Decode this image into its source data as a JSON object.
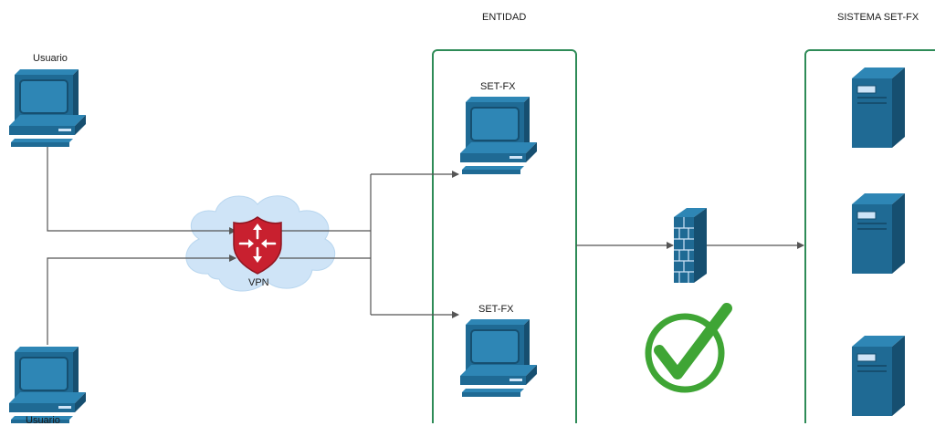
{
  "labels": {
    "entidad": "ENTIDAD",
    "sistema": "SISTEMA SET-FX",
    "usuario_top": "Usuario",
    "usuario_bottom": "Usuario",
    "vpn": "VPN",
    "setfx_top": "SET-FX",
    "setfx_bottom": "SET-FX"
  },
  "icons": {
    "workstation": "desktop-computer-icon",
    "router": "vpn-router-shield-icon",
    "cloud": "cloud-icon",
    "firewall": "firewall-icon",
    "server": "server-tower-icon",
    "check": "check-circle-icon"
  },
  "colors": {
    "device_blue": "#1f6a94",
    "device_dark": "#164f70",
    "device_light": "#2e86b5",
    "container_border": "#2e8b57",
    "cloud_fill": "#cfe4f7",
    "router_red": "#c8202f",
    "check_green": "#3fa535",
    "connector": "#555555"
  }
}
